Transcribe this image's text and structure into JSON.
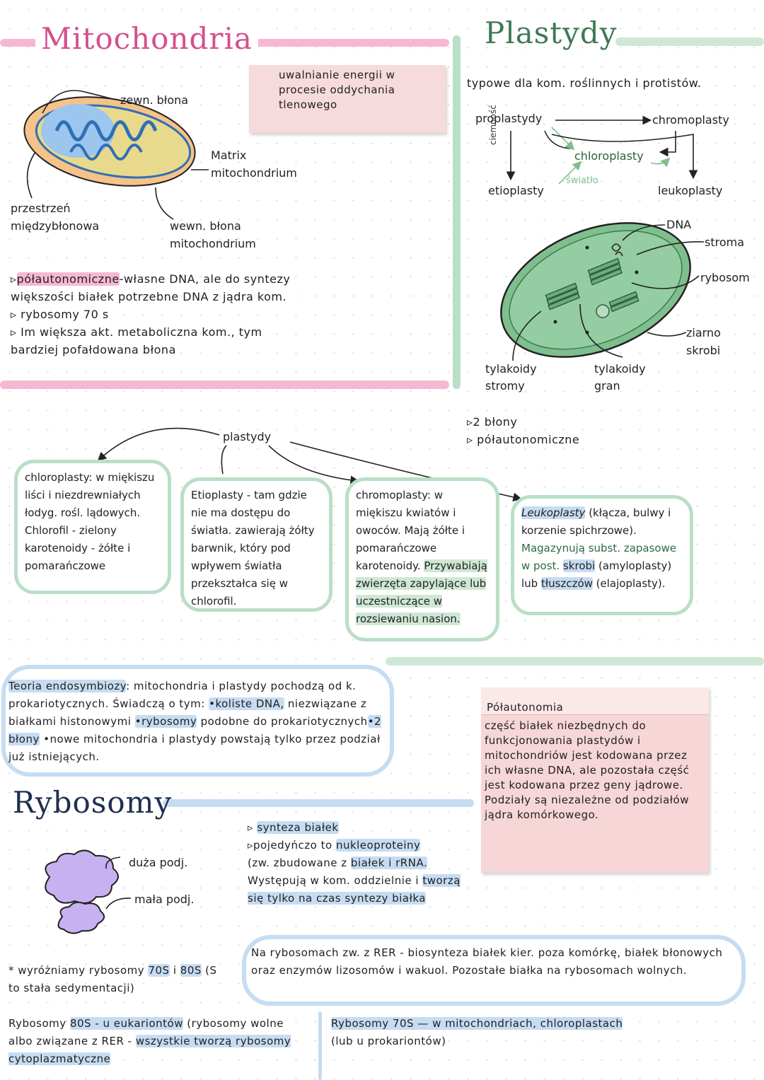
{
  "mito": {
    "title": "Mitochondria",
    "sticky": "uwalnianie energii w procesie oddychania tlenowego",
    "labels": {
      "outer_membrane": "zewn. błona",
      "matrix": "Matrix mitochondrium",
      "intermembrane": "przestrzeń międzybłonowa",
      "inner_membrane": "wewn. błona mitochondrium"
    },
    "notes": [
      {
        "prefix": "▹",
        "hl": "półautonomiczne",
        "rest": "-własne DNA, ale do syntezy większości białek potrzebne DNA z jądra kom."
      },
      {
        "prefix": "▹",
        "text": "rybosomy 70 s"
      },
      {
        "prefix": "▹",
        "text": "Im większa akt. metaboliczna kom., tym bardziej pofałdowana błona"
      }
    ]
  },
  "plastids": {
    "title": "Plastydy",
    "subtitle": "typowe dla kom. roślinnych i protistów.",
    "flow": {
      "proplastids": "proplastydy",
      "chromoplasts": "chromoplasty",
      "chloroplasts": "chloroplasty",
      "darkness": "ciemność",
      "light": "światło",
      "etioplasts": "etioplasty",
      "leucoplasts": "leukoplasty"
    },
    "diagram": {
      "dna": "DNA",
      "stroma": "stroma",
      "ribosome": "rybosom",
      "starch": "ziarno skrobi",
      "stroma_thylakoids": "tylakoidy stromy",
      "grana_thylakoids": "tylakoidy gran"
    },
    "facts": [
      "▹2 błony",
      "▹ półautonomiczne"
    ]
  },
  "plastid_types": {
    "root": "plastydy",
    "chloroplasts": "chloroplasty: w miękiszu liści i niezdrewniałych łodyg. rośl. lądowych. Chlorofil - zielony karotenoidy - żółte i pomarańczowe",
    "etioplasts": "Etioplasty - tam gdzie nie ma dostępu do światła. zawierają żółty barwnik, który pod wpływem światła przekształca się w chlorofil.",
    "chromoplasts_a": "chromoplasty: w miękiszu kwiatów i owoców. Mają żółte i pomarańczowe karotenoidy.",
    "chromoplasts_b": "Przywabiają zwierzęta zapylające lub uczestniczące w rozsiewaniu nasion.",
    "leucoplasts_title": "Leukoplasty",
    "leucoplasts_a": "(kłącza, bulwy i korzenie spichrzowe).",
    "leucoplasts_b": "Magazynują subst. zapasowe w post.",
    "leucoplasts_c": "skrobi",
    "leucoplasts_d": "(amyloplasty) lub",
    "leucoplasts_e": "tłuszczów",
    "leucoplasts_f": "(elajoplasty)."
  },
  "endosymbiosis": {
    "term": "Teoria endosymbiozy",
    "p1": ": mitochondria i plastydy pochodzą od k. prokariotycznych. Świadczą o tym:",
    "b1": "•koliste DNA,",
    "p2": "niezwiązane z białkami histonowymi",
    "b2": "•rybosomy",
    "p3": "podobne do prokariotycznych",
    "b3": "•2 błony",
    "p4": "•nowe mitochondria i plastydy powstają tylko przez podział już istniejących."
  },
  "semiautonomy": {
    "title": "Półautonomia",
    "text": "część białek niezbędnych do funkcjonowania plastydów i mitochondriów jest kodowana przez ich własne DNA, ale pozostała część jest kodowana przez geny jądrowe.",
    "text2": "Podziały są niezależne od podziałów jądra komórkowego."
  },
  "ribosomes": {
    "title": "Rybosomy",
    "large": "duża podj.",
    "small": "mała podj.",
    "points": [
      {
        "a": "▹",
        "b": "synteza białek",
        "c": ""
      },
      {
        "a": "▹pojedyńczo to",
        "b": "nukleoproteiny",
        "c": ""
      }
    ],
    "built": "(zw. zbudowane z",
    "built_hl": "białek i rRNA.",
    "occur": "Występują w kom. oddzielnie i",
    "occur_hl": "tworzą się tylko na czas syntezy białka",
    "types": "* wyróżniamy rybosomy",
    "types_hl1": "70S",
    "types_mid": "i",
    "types_hl2": "80S",
    "types_rest": "(S to stała sedymentacji)",
    "euk_a": "Rybosomy",
    "euk_hl": "80S - u eukariontów",
    "euk_b": "(rybosomy wolne albo związane z RER -",
    "euk_hl2": "wszystkie tworzą rybosomy cytoplazmatyczne",
    "rer": "Na rybosomach zw. z RER - biosynteza białek kier. poza komórkę, białek błonowych oraz enzymów lizosomów i wakuol. Pozostałe białka na rybosomach wolnych.",
    "pro_hl": "Rybosomy 70S — w mitochondriach, chloroplastach",
    "pro_rest": "(lub u prokariontów)"
  },
  "colors": {
    "pink": "#f6b7d2",
    "green": "#b9dfc6",
    "blue": "#c6dcf2",
    "mito_title": "#d44f8e",
    "plastid_title": "#3f7a55",
    "chloroplast": "#7fbf8e",
    "ribosome": "#c7b1f1"
  }
}
